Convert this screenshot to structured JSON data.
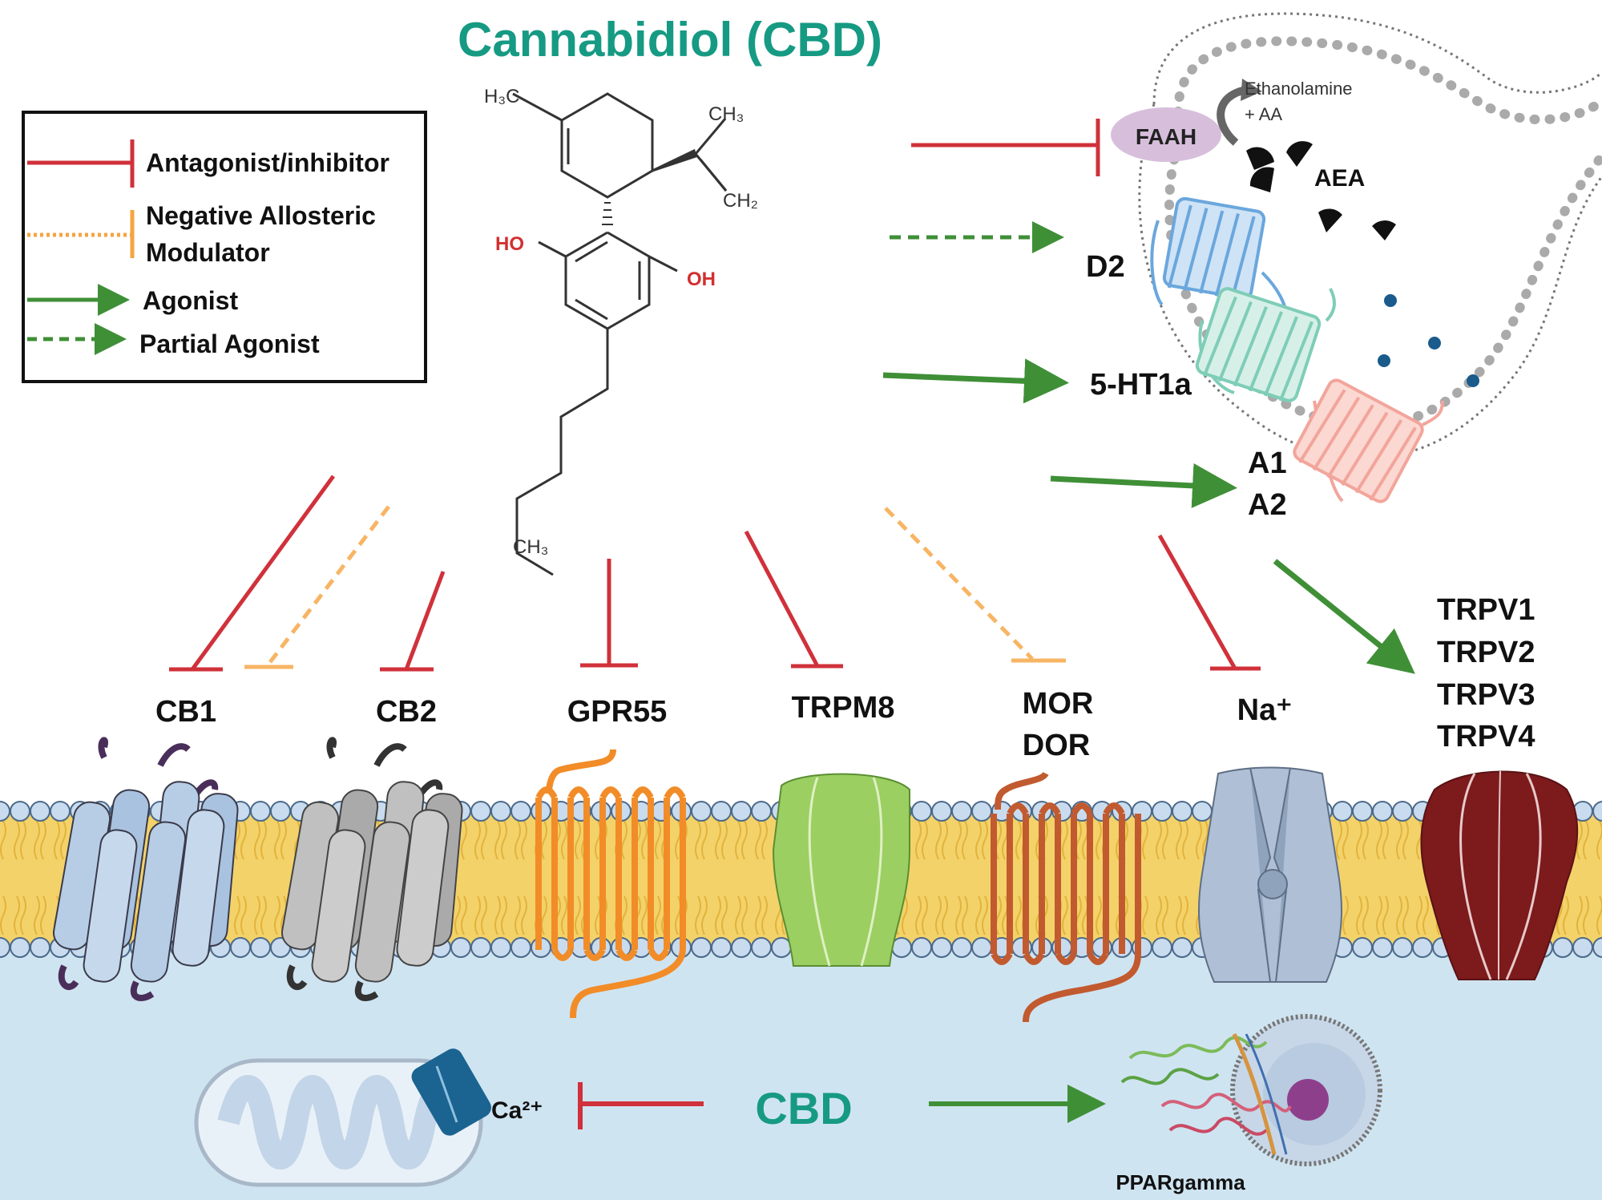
{
  "title": "Cannabidiol (CBD)",
  "colors": {
    "teal": "#169a83",
    "inhibitor": "#d0313a",
    "nam": "#f7b564",
    "agonist": "#3f8f37",
    "membrane_tail": "#f0c94e",
    "head": "#c9dcef",
    "cytosol": "#cfe4f1",
    "cb1": "#b7cde6",
    "cb2": "#c0c0c0",
    "gpr55": "#f28c28",
    "trpm8": "#9bcf62",
    "mor": "#c25a2f",
    "na": "#aebfd6",
    "trpv": "#7c1a1c",
    "faah": "#d7bfdc"
  },
  "legend": {
    "items": [
      {
        "label": "Antagonist/inhibitor",
        "style": "inhibitor"
      },
      {
        "label_line1": "Negative Allosteric",
        "label_line2": "Modulator",
        "style": "nam"
      },
      {
        "label": "Agonist",
        "style": "agonist"
      },
      {
        "label": "Partial Agonist",
        "style": "partial"
      }
    ]
  },
  "molecule": {
    "h3c": "H₃C",
    "ch3_top": "CH₃",
    "ch2": "CH₂",
    "ho": "HO",
    "oh": "OH",
    "ch3_bottom": "CH₃"
  },
  "targets": {
    "faah": "FAAH",
    "ethanolamine": "Ethanolamine",
    "aa": "+ AA",
    "aea": "AEA",
    "d2": "D2",
    "ht1a": "5-HT1a",
    "a1": "A1",
    "a2": "A2",
    "trpv": [
      "TRPV1",
      "TRPV2",
      "TRPV3",
      "TRPV4"
    ],
    "cb1": "CB1",
    "cb2": "CB2",
    "gpr55": "GPR55",
    "trpm8": "TRPM8",
    "mor": "MOR",
    "dor": "DOR",
    "na": "Na⁺"
  },
  "bottom": {
    "cbd": "CBD",
    "ca": "Ca²⁺",
    "ppar": "PPARgamma"
  }
}
